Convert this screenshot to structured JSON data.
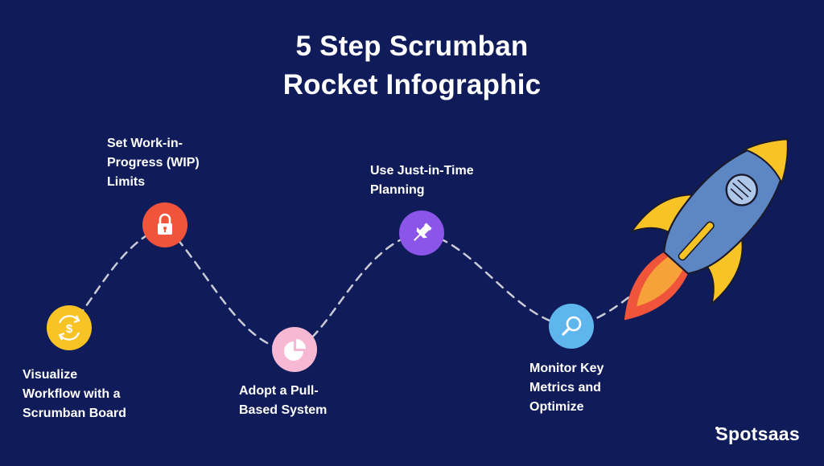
{
  "title": {
    "line1": "5 Step Scrumban",
    "line2": "Rocket Infographic"
  },
  "steps": [
    {
      "lines": [
        "Visualize",
        "Workflow with a",
        "Scrumban Board"
      ],
      "icon": "dollar-cycle-icon",
      "color": "#f7c325"
    },
    {
      "lines": [
        "Set Work-in-",
        "Progress (WIP)",
        "Limits"
      ],
      "icon": "lock-icon",
      "color": "#f0543a"
    },
    {
      "lines": [
        "Adopt a Pull-",
        "Based System"
      ],
      "icon": "pie-chart-icon",
      "color": "#f7b8d3"
    },
    {
      "lines": [
        "Use Just-in-Time",
        "Planning"
      ],
      "icon": "pushpin-icon",
      "color": "#8a55e8"
    },
    {
      "lines": [
        "Monitor Key",
        "Metrics and",
        "Optimize"
      ],
      "icon": "magnifier-icon",
      "color": "#5eb6ec"
    }
  ],
  "brand": "Spotsaas",
  "colors": {
    "background": "#101c5a",
    "path": "#c9ccd6",
    "rocket_body": "#5d86c4",
    "rocket_fin": "#f7c325",
    "flame_outer": "#f0543a",
    "flame_inner": "#f7a13a"
  }
}
